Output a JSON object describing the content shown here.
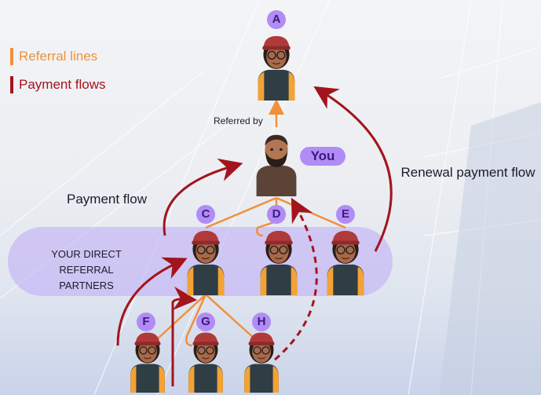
{
  "legend": {
    "referral": "Referral lines",
    "payment": "Payment flows"
  },
  "labels": {
    "referred_by": "Referred by",
    "you": "You",
    "payment_flow": "Payment flow",
    "renewal": "Renewal payment flow",
    "direct_partners": "YOUR DIRECT REFERRAL PARTNERS"
  },
  "nodes": {
    "a": "A",
    "c": "C",
    "d": "D",
    "e": "E",
    "f": "F",
    "g": "G",
    "h": "H"
  },
  "colors": {
    "referral": "#f0913a",
    "payment": "#a3141c",
    "badge": "#b28cf5"
  }
}
